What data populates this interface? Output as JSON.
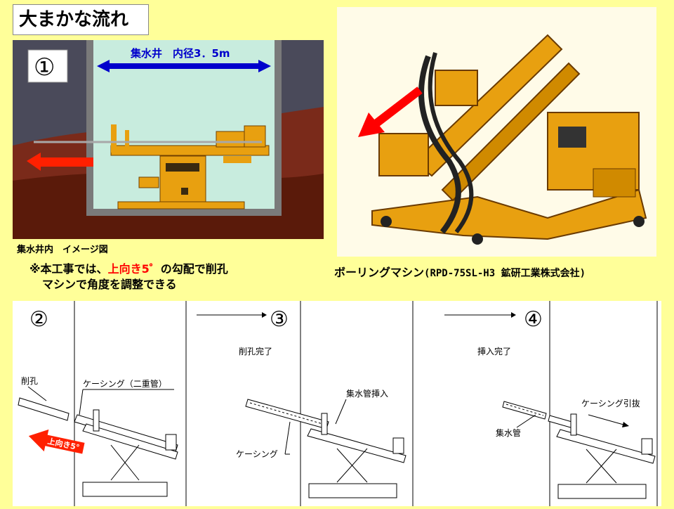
{
  "title": "大まかな流れ",
  "panel1": {
    "number": "①",
    "well_label": "集水井　内径3．5m"
  },
  "caption_small": "集水井内　イメージ図",
  "note": {
    "line1_prefix": "※本工事では、",
    "line1_red": "上向き5゜",
    "line1_suffix": "の勾配で削孔",
    "line2": "マシンで角度を調整できる"
  },
  "machine_caption": {
    "name": "ボーリングマシン",
    "detail": "(RPD-75SL-H3 鉱研工業株式会社)"
  },
  "steps": {
    "s2": {
      "number": "②",
      "label_hole": "削孔",
      "label_casing_double": "ケーシング（二重管）",
      "arrow_text": "上向き5°"
    },
    "s3": {
      "number": "③",
      "status": "削孔完了",
      "label_insert": "集水管挿入",
      "label_casing": "ケーシング"
    },
    "s4": {
      "number": "④",
      "status": "挿入完了",
      "label_pull": "ケーシング引抜",
      "label_pipe": "集水管"
    }
  },
  "colors": {
    "background": "#ffff99",
    "accent_red": "#ff0000",
    "well_arrow_blue": "#0000cc",
    "machine_orange": "#e8a010"
  }
}
